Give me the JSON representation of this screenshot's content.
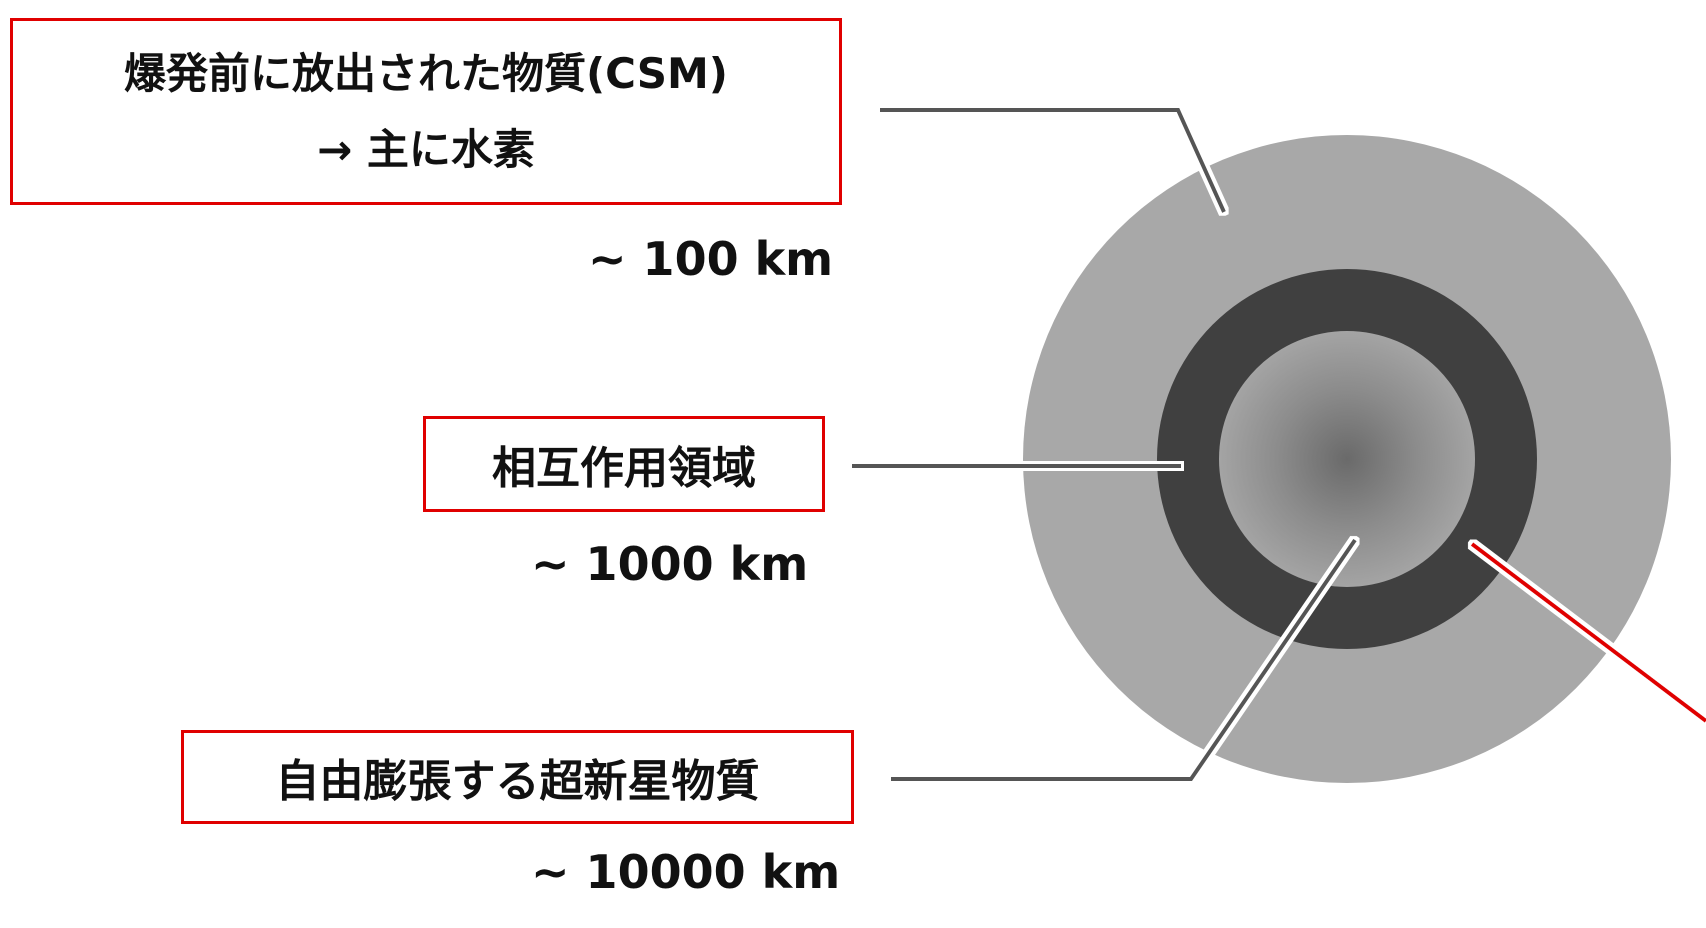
{
  "labels": {
    "csm_line1": "爆発前に放出された物質(CSM)",
    "csm_line2": "→ 主に水素",
    "interaction": "相互作用領域",
    "free_expansion": "自由膨張する超新星物質"
  },
  "scales": {
    "csm": "~ 100 km",
    "interaction": "~ 1000 km",
    "free_expansion": "~ 10000 km"
  },
  "colors": {
    "box_border": "#e00000",
    "outer_shell": "#a8a8a8",
    "interaction_ring": "#404040",
    "leader_line": "#555555",
    "highlight_line": "#e00000"
  }
}
